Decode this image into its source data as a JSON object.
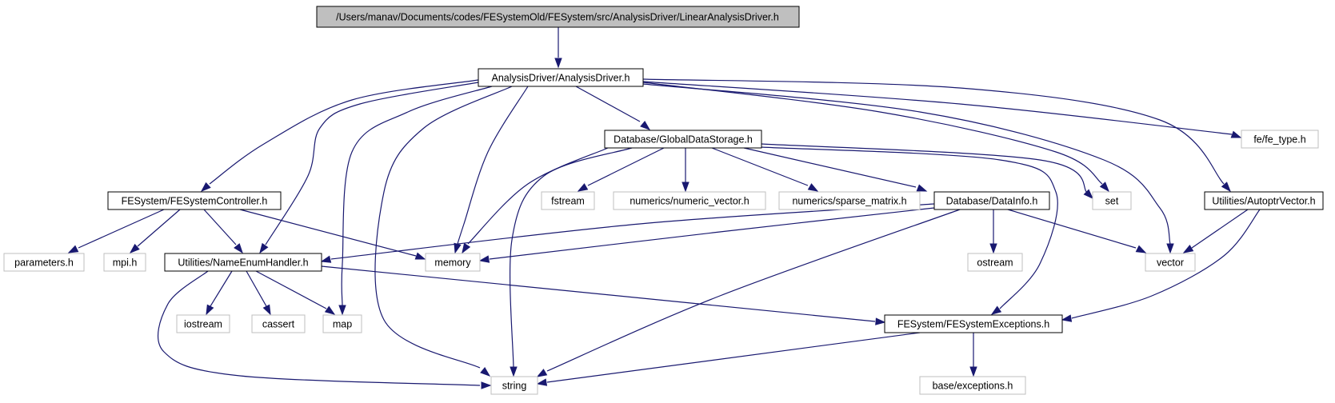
{
  "graph": {
    "title": "/Users/manav/Documents/codes/FESystemOld/FESystem/src/AnalysisDriver/LinearAnalysisDriver.h",
    "nodes": {
      "root": "/Users/manav/Documents/codes/FESystemOld/FESystem/src/AnalysisDriver/LinearAnalysisDriver.h",
      "analysis_driver": "AnalysisDriver/AnalysisDriver.h",
      "global_data_storage": "Database/GlobalDataStorage.h",
      "fe_type": "fe/fe_type.h",
      "fesystem_controller": "FESystem/FESystemController.h",
      "fstream": "fstream",
      "numeric_vector": "numerics/numeric_vector.h",
      "sparse_matrix": "numerics/sparse_matrix.h",
      "data_info": "Database/DataInfo.h",
      "set": "set",
      "autoptr_vector": "Utilities/AutoptrVector.h",
      "parameters": "parameters.h",
      "mpi": "mpi.h",
      "name_enum_handler": "Utilities/NameEnumHandler.h",
      "memory": "memory",
      "ostream": "ostream",
      "vector": "vector",
      "iostream": "iostream",
      "cassert": "cassert",
      "map": "map",
      "fesystem_exceptions": "FESystem/FESystemExceptions.h",
      "string": "string",
      "base_exceptions": "base/exceptions.h"
    },
    "colors": {
      "edge": "#191970",
      "root_fill": "#bfbfbf",
      "documented_border": "#000000",
      "undocumented_border": "#bfbfbf"
    }
  }
}
